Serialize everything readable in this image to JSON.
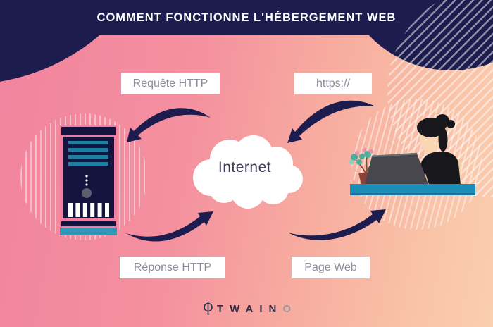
{
  "header": {
    "title": "COMMENT FONCTIONNE L'HÉBERGEMENT WEB"
  },
  "diagram": {
    "cloud_label": "Internet",
    "flow_labels": {
      "top_left": "Requête HTTP",
      "top_right": "https://",
      "bottom_left": "Réponse HTTP",
      "bottom_right": "Page Web"
    },
    "nodes": {
      "server": "server-tower",
      "internet": "internet-cloud",
      "user": "woman-at-laptop"
    }
  },
  "footer": {
    "brand": "TWAINO",
    "brand_main": "TWAIN",
    "brand_last": "O"
  },
  "colors": {
    "navy": "#1c1c4e",
    "pink": "#f1839e",
    "peach": "#fbceb0",
    "teal": "#1b8db6",
    "white": "#ffffff",
    "label_text": "#8d8d9b",
    "skin": "#f7d6b0",
    "laptop_gray": "#47474d"
  }
}
